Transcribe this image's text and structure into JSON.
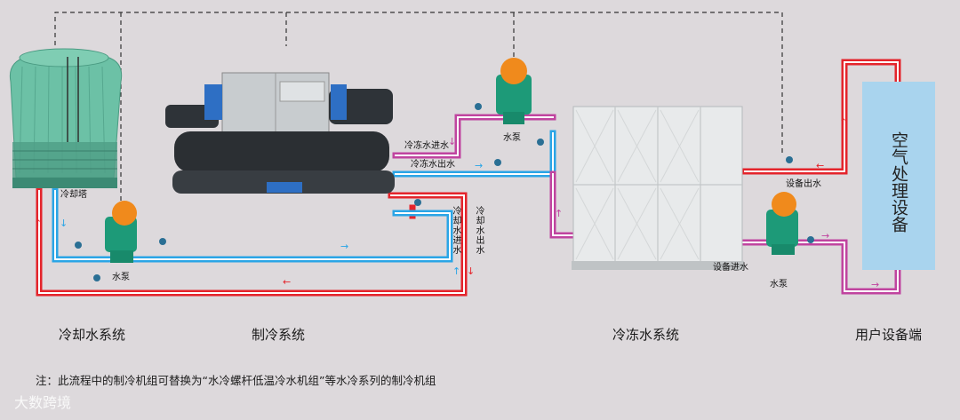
{
  "labels": {
    "cooling_tower": "冷却塔",
    "pump": "水泵",
    "chilled_in": "冷冻水进水",
    "chilled_out": "冷冻水出水",
    "cooling_in": "冷却水进水",
    "cooling_out": "冷却水出水",
    "equip_out": "设备出水",
    "equip_in": "设备进水",
    "ahu": "空气处理设备"
  },
  "systems": {
    "cooling": "冷却水系统",
    "refrigeration": "制冷系统",
    "chilled": "冷冻水系统",
    "user": "用户设备端"
  },
  "note": "注：此流程中的制冷机组可替换为“水冷螺杆低温冷水机组”等水冷系列的制冷机组",
  "watermark": "大数跨境",
  "colors": {
    "hot_pipe": "#e4242b",
    "cold_pipe": "#2aa5e6",
    "chilled_pipe": "#c0449f",
    "pipe_inner": "#ffffff",
    "tower_green": "#5fb49a",
    "pump_green": "#1d9a78",
    "pump_orange": "#f08a1c",
    "chiller_body": "#2b2f33",
    "tank": "#e8eaeb",
    "ahu": "#a9d4ee",
    "control_line": "#333333"
  }
}
